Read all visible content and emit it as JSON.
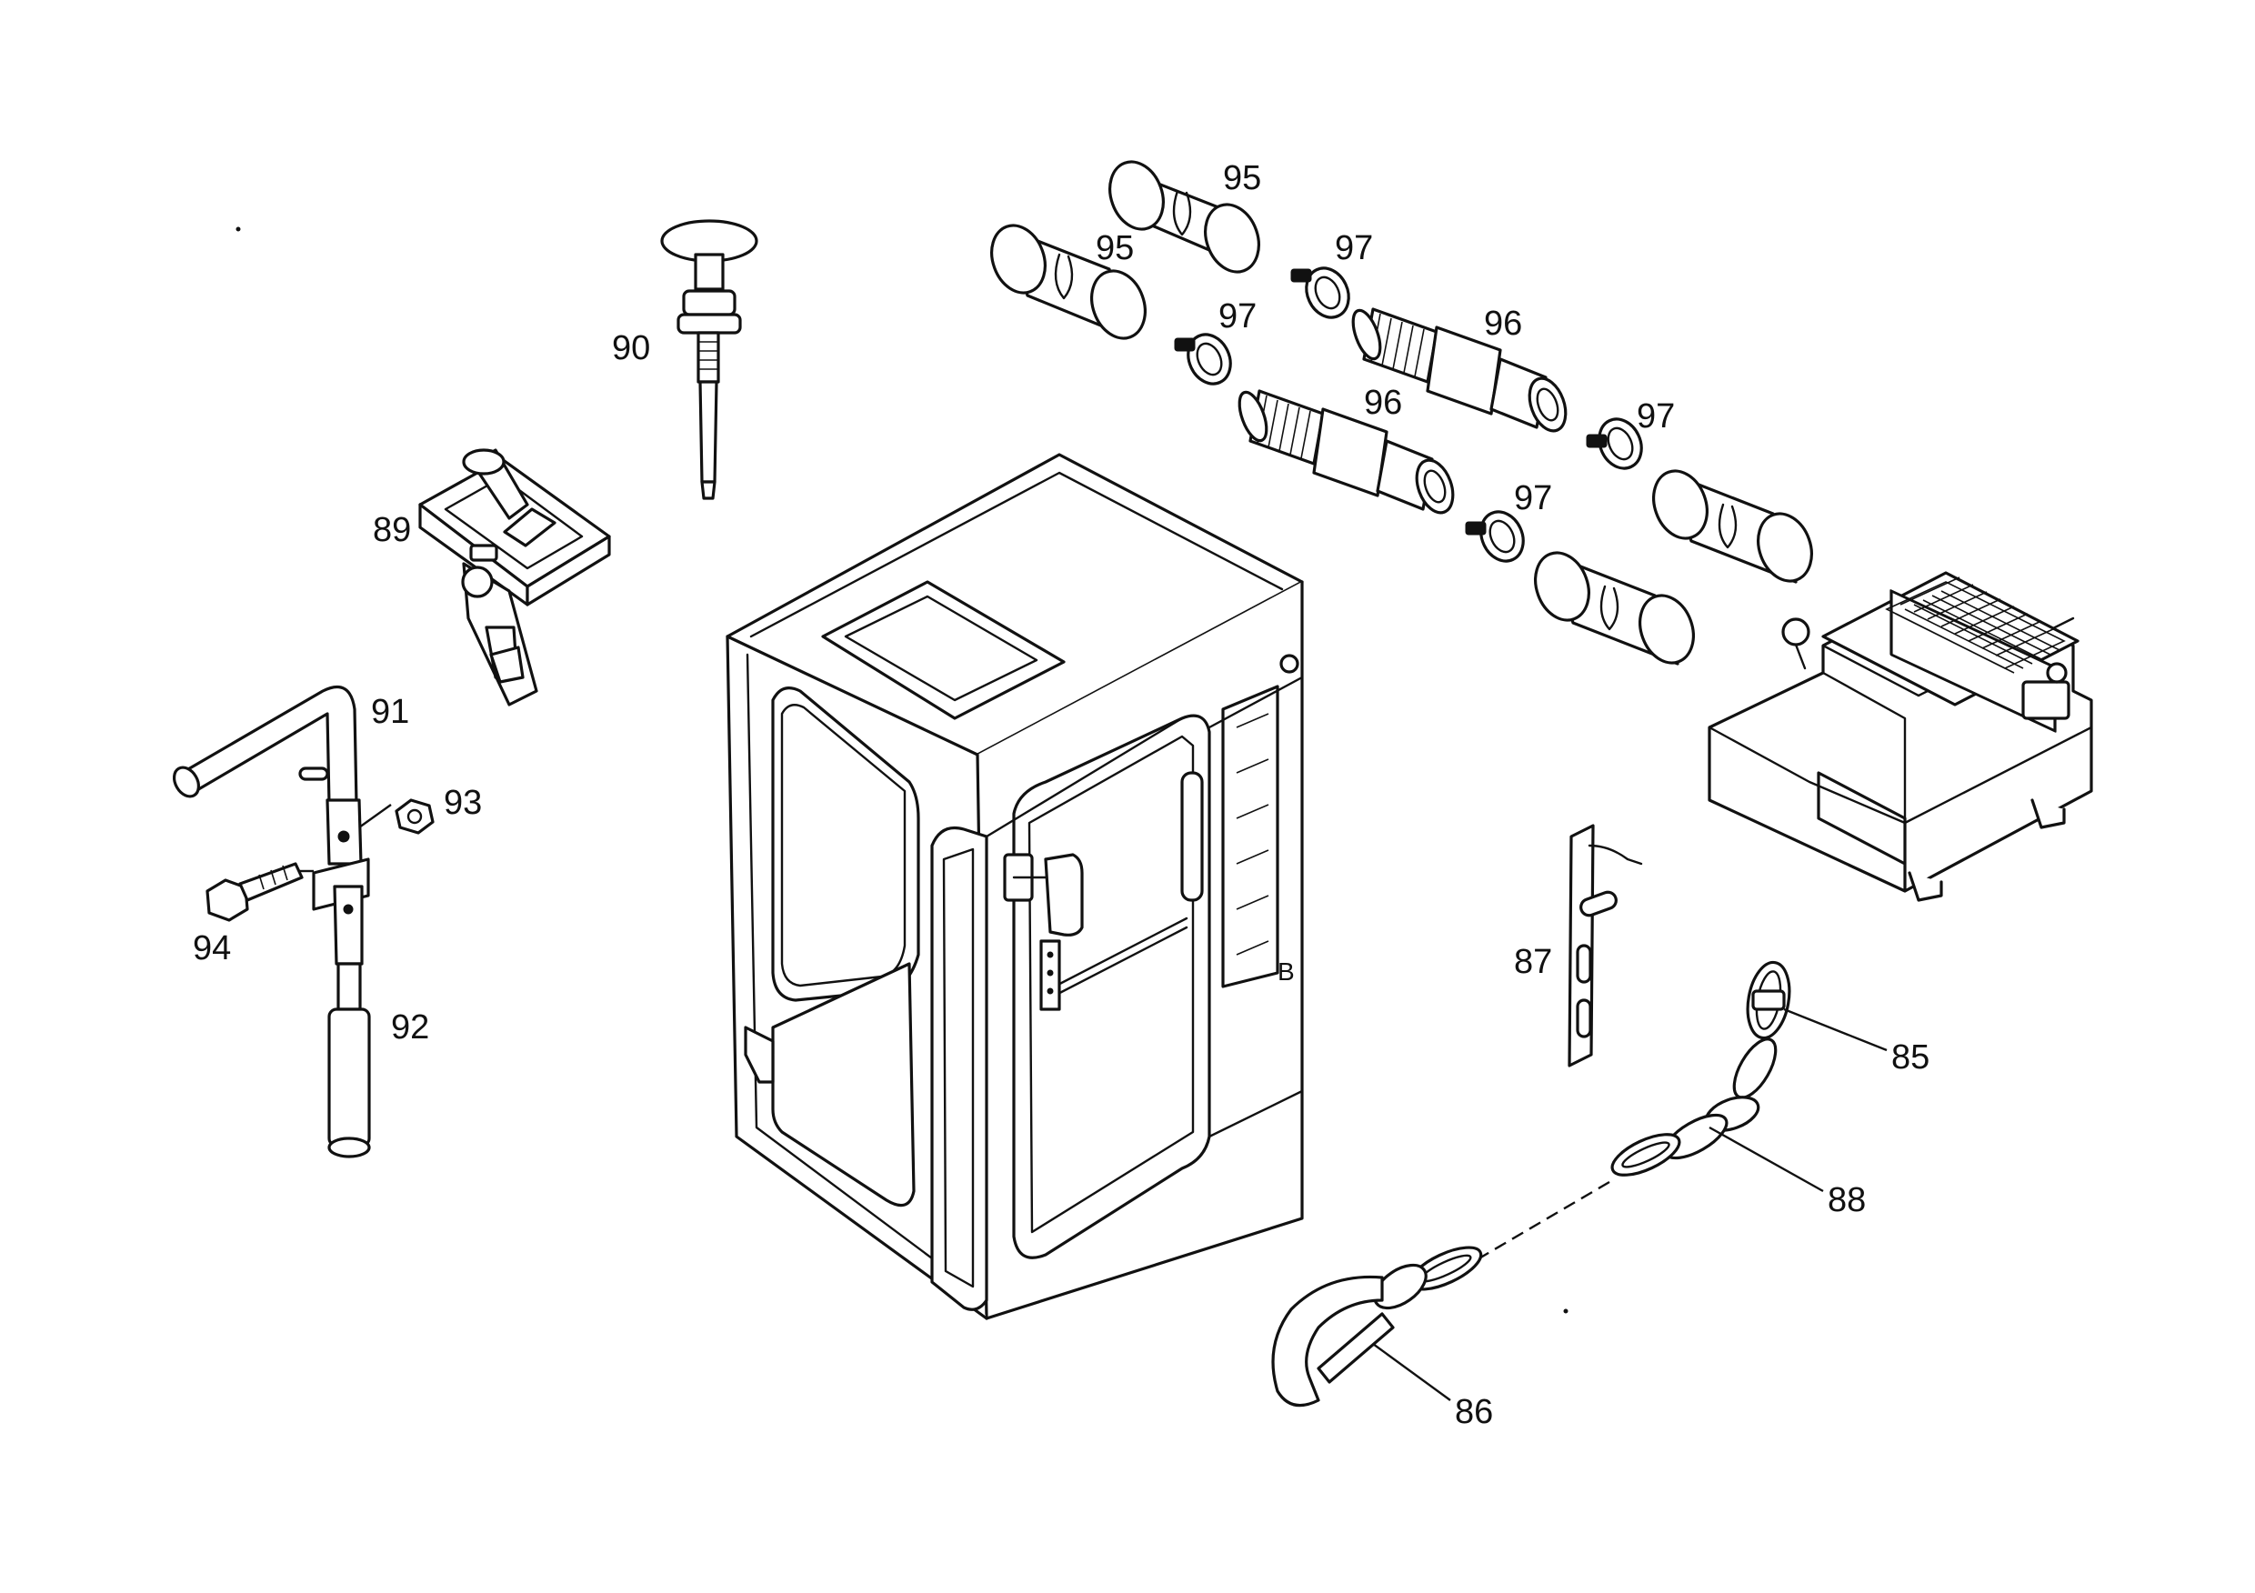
{
  "callouts": {
    "c85": "85",
    "c86": "86",
    "c87": "87",
    "c88": "88",
    "c89": "89",
    "c90": "90",
    "c91": "91",
    "c92": "92",
    "c93": "93",
    "c94": "94",
    "c95a": "95",
    "c95b": "95",
    "c96a": "96",
    "c96b": "96",
    "c97a": "97",
    "c97b": "97",
    "c97c": "97",
    "c97d": "97"
  },
  "cab_mark": "B"
}
